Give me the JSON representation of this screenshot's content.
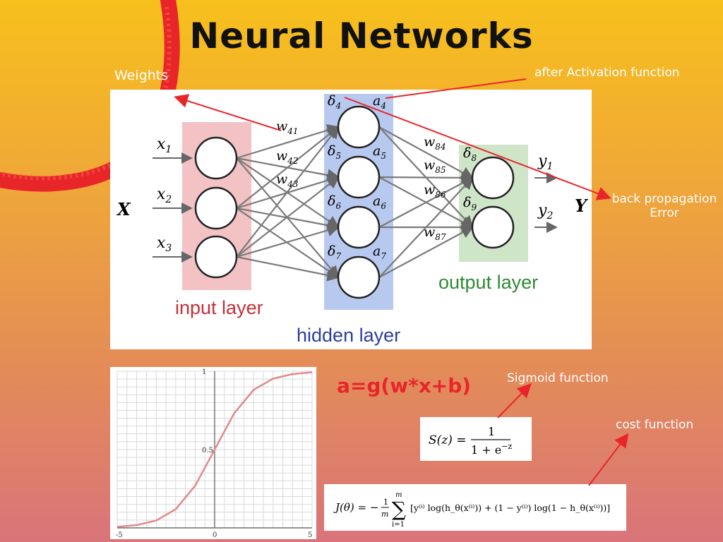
{
  "slide": {
    "title": "Neural Networks",
    "colors": {
      "red_annotation": "#e8262a",
      "input_layer": "#f3c2c4",
      "hidden_layer": "#b8c9f0",
      "output_layer": "#cfe5c8"
    }
  },
  "annotations": {
    "weights": "Weights",
    "activation": "after Activation function",
    "backprop_line1": "back propagation",
    "backprop_line2": "Error",
    "sigmoid": "Sigmoid function",
    "cost": "cost function"
  },
  "network": {
    "input_label": "X",
    "output_label": "Y",
    "input_layer_label": "input layer",
    "hidden_layer_label": "hidden layer",
    "output_layer_label": "output layer",
    "inputs": [
      "x",
      "x",
      "x"
    ],
    "input_subs": [
      "1",
      "2",
      "3"
    ],
    "outputs": [
      "y",
      "y"
    ],
    "output_subs": [
      "1",
      "2"
    ],
    "hidden_deltas": [
      "δ",
      "δ",
      "δ",
      "δ"
    ],
    "hidden_delta_subs": [
      "4",
      "5",
      "6",
      "7"
    ],
    "hidden_acts": [
      "a",
      "a",
      "a",
      "a"
    ],
    "hidden_act_subs": [
      "4",
      "5",
      "6",
      "7"
    ],
    "output_deltas": [
      "δ",
      "δ"
    ],
    "output_delta_subs": [
      "8",
      "9"
    ],
    "weights_in": [
      "w",
      "w",
      "w"
    ],
    "weights_in_subs": [
      "41",
      "42",
      "43"
    ],
    "weights_out": [
      "w",
      "w",
      "w",
      "w"
    ],
    "weights_out_subs": [
      "84",
      "85",
      "86",
      "87"
    ]
  },
  "activation_equation": "a=g(w*x+b)",
  "sigmoid_formula": {
    "lhs": "S(z) =",
    "numerator": "1",
    "denominator": "1 + e",
    "exponent": "−z"
  },
  "cost_formula": {
    "lhs": "J(θ) = −",
    "frac_num": "1",
    "frac_den": "m",
    "sum_top": "m",
    "sum_bottom": "i=1",
    "body": "[y⁽ⁱ⁾ log(h_θ(x⁽ⁱ⁾)) + (1 − y⁽ⁱ⁾) log(1 − h_θ(x⁽ⁱ⁾))]"
  },
  "chart_data": {
    "type": "line",
    "title": "",
    "xlabel": "",
    "ylabel": "",
    "xlim": [
      -5,
      5
    ],
    "ylim": [
      0,
      1
    ],
    "x_ticks": [
      "-5",
      "0",
      "5"
    ],
    "y_ticks": [
      "0.5",
      "1"
    ],
    "grid": true,
    "series": [
      {
        "color": "#e08a8a",
        "x": [
          -5,
          -4,
          -3,
          -2,
          -1,
          0,
          1,
          2,
          3,
          4,
          5
        ],
        "y": [
          0.007,
          0.018,
          0.047,
          0.119,
          0.269,
          0.5,
          0.731,
          0.881,
          0.953,
          0.982,
          0.993
        ]
      }
    ]
  }
}
